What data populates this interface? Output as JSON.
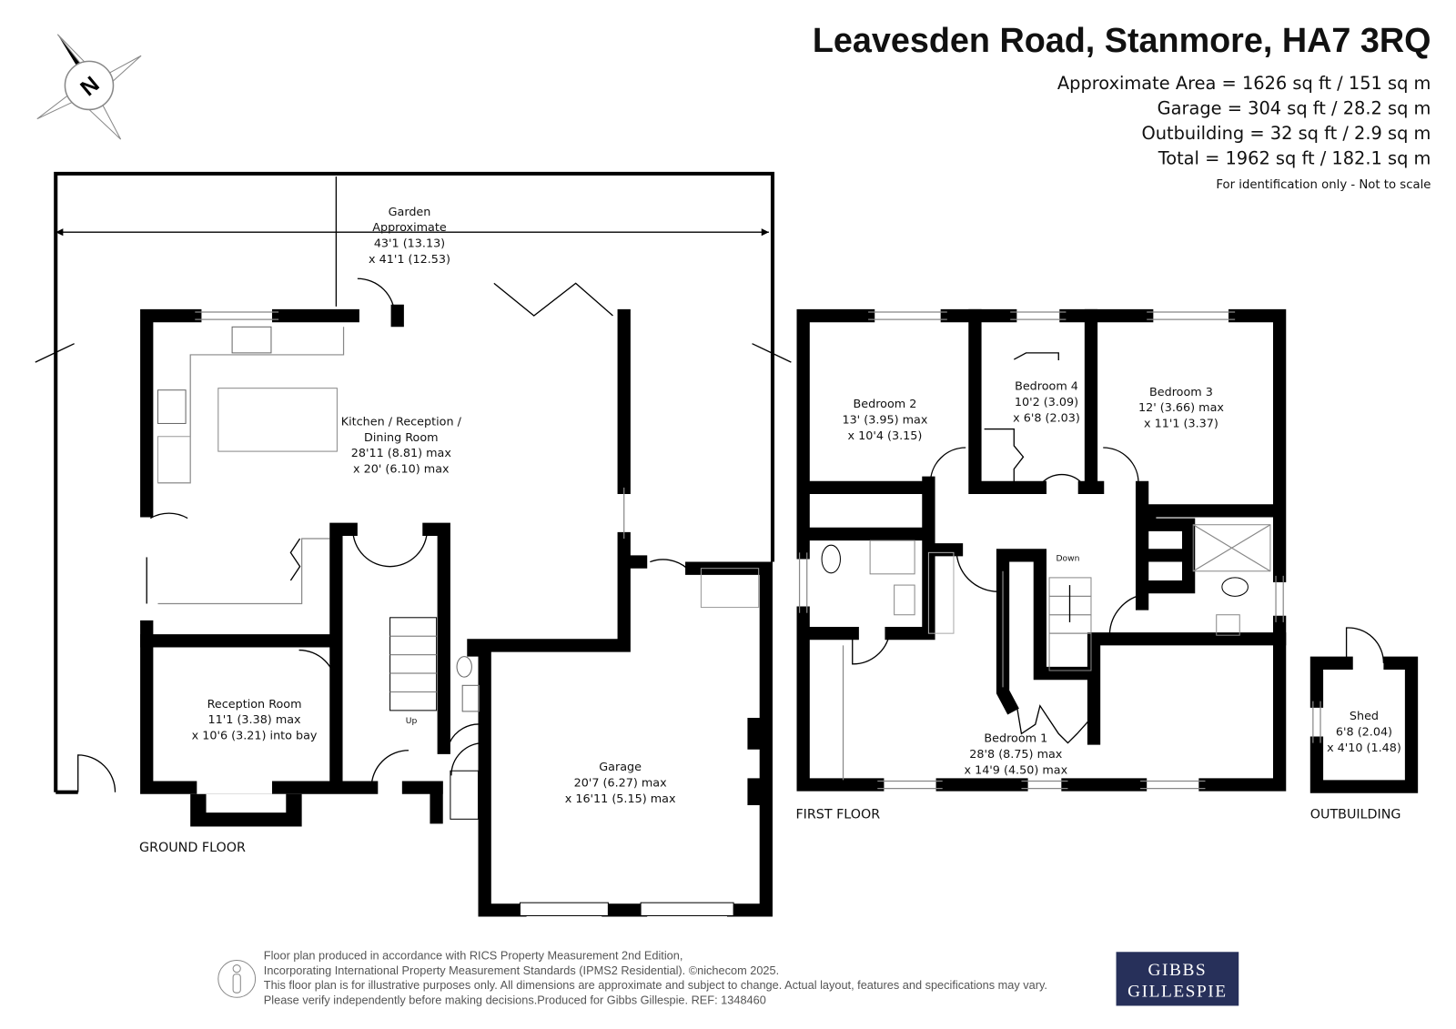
{
  "header": {
    "title": "Leavesden Road, Stanmore, HA7 3RQ",
    "areas": [
      "Approximate Area = 1626 sq ft / 151 sq m",
      "Garage = 304 sq ft / 28.2 sq m",
      "Outbuilding = 32 sq ft / 2.9 sq m",
      "Total = 1962 sq ft / 182.1 sq m"
    ],
    "note": "For identification only - Not to scale"
  },
  "compass": {
    "label": "N"
  },
  "ground_floor": {
    "label": "GROUND FLOOR",
    "garden": [
      "Garden",
      "Approximate",
      "43'1 (13.13)",
      "x 41'1 (12.53)"
    ],
    "kitchen": [
      "Kitchen / Reception /",
      "Dining Room",
      "28'11 (8.81) max",
      "x 20' (6.10) max"
    ],
    "reception": [
      "Reception Room",
      "11'1 (3.38) max",
      "x 10'6 (3.21) into bay"
    ],
    "garage": [
      "Garage",
      "20'7 (6.27) max",
      "x 16'11 (5.15) max"
    ],
    "stairs": "Up"
  },
  "first_floor": {
    "label": "FIRST FLOOR",
    "bedroom2": [
      "Bedroom 2",
      "13' (3.95) max",
      "x 10'4 (3.15)"
    ],
    "bedroom4": [
      "Bedroom 4",
      "10'2 (3.09)",
      "x 6'8 (2.03)"
    ],
    "bedroom3": [
      "Bedroom 3",
      "12' (3.66) max",
      "x 11'1 (3.37)"
    ],
    "bedroom1": [
      "Bedroom 1",
      "28'8 (8.75) max",
      "x 14'9 (4.50) max"
    ],
    "stairs": "Down"
  },
  "outbuilding": {
    "label": "OUTBUILDING",
    "shed": [
      "Shed",
      "6'8 (2.04)",
      "x 4'10 (1.48)"
    ]
  },
  "footer": {
    "lines": [
      "Floor plan produced in accordance with RICS Property Measurement 2nd Edition,",
      "Incorporating International Property Measurement Standards (IPMS2 Residential).   ©nichecom 2025.",
      "This floor plan is for illustrative purposes only. All dimensions are approximate and subject to change. Actual layout, features and specifications may vary.",
      "Please verify independently before making decisions.Produced for Gibbs Gillespie.   REF:  1348460"
    ],
    "logo": [
      "GIBBS",
      "GILLESPIE"
    ],
    "logo_color": "#27305a"
  }
}
